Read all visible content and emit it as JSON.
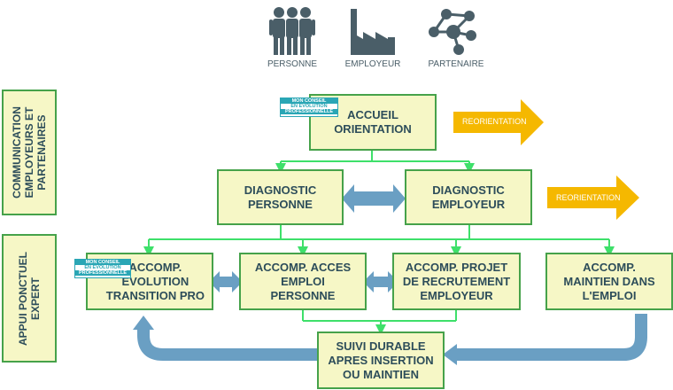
{
  "actors": [
    {
      "label": "PERSONNE",
      "icon": "people-icon"
    },
    {
      "label": "EMPLOYEUR",
      "icon": "factory-icon"
    },
    {
      "label": "PARTENAIRE",
      "icon": "network-icon"
    }
  ],
  "side_labels": {
    "communication": "COMMUNICATION\nEMPLOYEURS ET\nPARTENAIRES",
    "appui": "APPUI PONCTUEL\nEXPERT"
  },
  "boxes": {
    "accueil": "ACCUEIL\nORIENTATION",
    "diag_personne": "DIAGNOSTIC\nPERSONNE",
    "diag_employeur": "DIAGNOSTIC\nEMPLOYEUR",
    "accomp_evolution": "ACCOMP.\nEVOLUTION\nTRANSITION PRO",
    "accomp_acces": "ACCOMP. ACCES\nEMPLOI\nPERSONNE",
    "accomp_projet": "ACCOMP. PROJET\nDE RECRUTEMENT\nEMPLOYEUR",
    "accomp_maintien": "ACCOMP.\nMAINTIEN DANS\nL'EMPLOI",
    "suivi": "SUIVI DURABLE\nAPRES INSERTION\nOU MAINTIEN"
  },
  "reorientation": [
    "REORIENTATION",
    "REORIENTATION"
  ],
  "badge": {
    "line1": "MON CONSEIL",
    "line2": "EN ÉVOLUTION",
    "line3": "PROFESSIONNELLE"
  },
  "colors": {
    "box_fill": "#f6f7c6",
    "box_border": "#46a24a",
    "connector": "#3ee06a",
    "blue_arrow": "#6a9fc3",
    "orange_arrow": "#f5b800",
    "text": "#2d4d5a"
  }
}
